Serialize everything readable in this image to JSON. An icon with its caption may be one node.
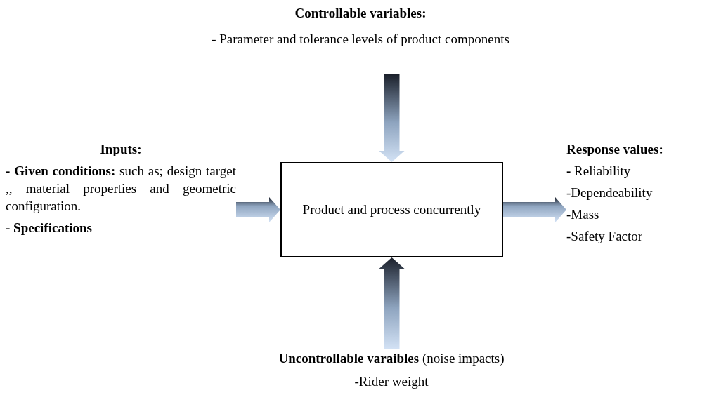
{
  "diagram": {
    "nodes": [
      {
        "text": [
          "Controllable variables:",
          "- Parameter and tolerance levels of product components"
        ]
      },
      {
        "text": [
          "Inputs:",
          "**- Given conditions:** such as; design target ,, material properties and geometric configuration.",
          "- Specifications"
        ]
      },
      {
        "text": [
          "Product and process concurrently"
        ]
      },
      {
        "text": [
          "Response values:",
          "**-** Reliability",
          "-Dependeability",
          "-Mass",
          "-Safety Factor"
        ]
      },
      {
        "text": [
          "**Uncontrollable varaibles** (noise impacts)",
          "-Rider weight"
        ]
      }
    ],
    "edges": [
      {
        "from": 0,
        "to": 2,
        "arrow": "to"
      },
      {
        "from": 1,
        "to": 2,
        "arrow": "to"
      },
      {
        "from": 2,
        "to": 3,
        "arrow": "to"
      },
      {
        "from": 4,
        "to": 2,
        "arrow": "to"
      }
    ]
  }
}
